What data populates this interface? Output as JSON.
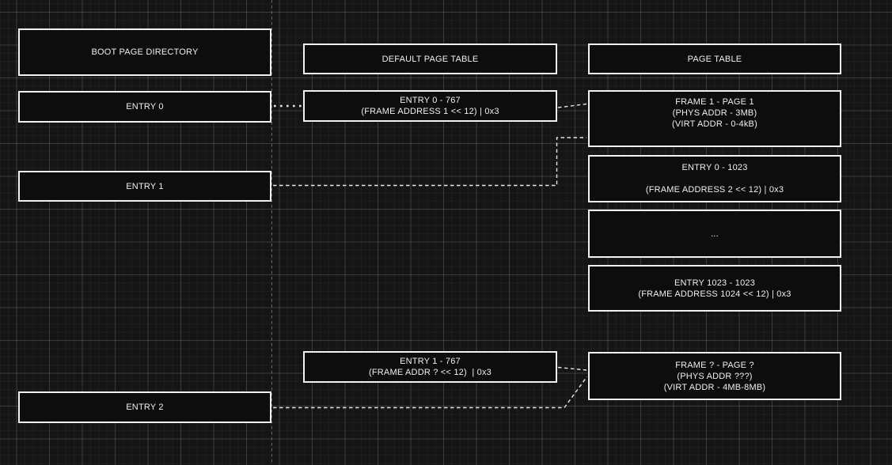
{
  "colors": {
    "background": "#151515",
    "box_fill": "#0d0d0d",
    "box_border": "#f2f2f2",
    "text": "#f0f0f0",
    "connector": "#e6e6e6",
    "page_break_line": "#666666"
  },
  "nodes": {
    "boot_directory_header": {
      "lines": [
        "BOOT PAGE DIRECTORY"
      ]
    },
    "boot_entry_0": {
      "lines": [
        "ENTRY 0"
      ]
    },
    "boot_entry_1": {
      "lines": [
        "ENTRY 1"
      ]
    },
    "boot_entry_2": {
      "lines": [
        "ENTRY 2"
      ]
    },
    "default_page_table_header": {
      "lines": [
        "DEFAULT PAGE TABLE"
      ]
    },
    "default_entry_0": {
      "lines": [
        "ENTRY 0 - 767",
        "(FRAME ADDRESS 1 << 12) | 0x3"
      ]
    },
    "default_entry_1": {
      "lines": [
        "ENTRY 1 - 767",
        "(FRAME ADDR ? << 12)  | 0x3"
      ]
    },
    "page_table_header": {
      "lines": [
        "PAGE TABLE"
      ]
    },
    "frame_1": {
      "lines": [
        "FRAME 1 - PAGE 1",
        "(PHYS ADDR - 3MB)",
        "(VIRT ADDR - 0-4kB)"
      ]
    },
    "page_entry_0": {
      "lines": [
        "ENTRY 0 - 1023",
        "",
        "(FRAME ADDRESS 2 << 12) | 0x3"
      ]
    },
    "page_ellipsis": {
      "lines": [
        "..."
      ]
    },
    "page_entry_1023": {
      "lines": [
        "ENTRY 1023 - 1023",
        "(FRAME ADDRESS 1024 << 12) | 0x3"
      ]
    },
    "frame_q": {
      "lines": [
        "FRAME ? - PAGE ?",
        "(PHYS ADDR ???)",
        "(VIRT ADDR - 4MB-8MB)"
      ]
    }
  },
  "connectors": [
    {
      "from": "boot-entry-0",
      "to": "default-entry-0",
      "style": "dotted"
    },
    {
      "from": "default-entry-0",
      "to": "frame-1",
      "style": "dashed"
    },
    {
      "from": "boot-entry-1",
      "to": "frame-1",
      "style": "dashed"
    },
    {
      "from": "default-entry-1",
      "to": "frame-q",
      "style": "dashed"
    },
    {
      "from": "boot-entry-2",
      "to": "frame-q",
      "style": "dashed"
    }
  ]
}
